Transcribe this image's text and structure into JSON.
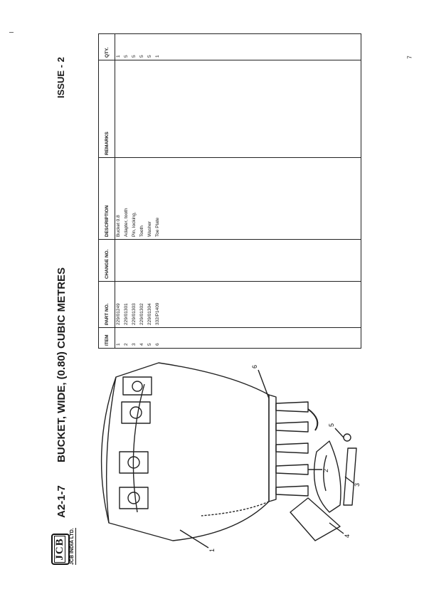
{
  "header": {
    "logo_text": "JCB",
    "company_name": "JCB INDIA LTD.",
    "section_number": "A2-1-7",
    "title": "BUCKET, WIDE, (0.80) CUBIC METRES",
    "issue": "ISSUE  -  2"
  },
  "page_number": "7",
  "illustration": {
    "callouts": [
      "1",
      "2",
      "3",
      "4",
      "5",
      "6"
    ]
  },
  "parts_table": {
    "columns": [
      "ITEM",
      "PART NO.",
      "CHANGE NO.",
      "DESCRIPTION",
      "REMARKS",
      "QTY."
    ],
    "rows": [
      {
        "item": "1",
        "part_no": "229/01249",
        "change_no": "",
        "description": "Bucket 0.8",
        "remarks": "",
        "qty": "1"
      },
      {
        "item": "2",
        "part_no": "229/01301",
        "change_no": "",
        "description": "Adapter, tooth",
        "remarks": "",
        "qty": "5"
      },
      {
        "item": "3",
        "part_no": "229/01303",
        "change_no": "",
        "description": "Pin, locking,",
        "remarks": "",
        "qty": "5"
      },
      {
        "item": "4",
        "part_no": "229/01302",
        "change_no": "",
        "description": "Tooth",
        "remarks": "",
        "qty": "5"
      },
      {
        "item": "5",
        "part_no": "229/01304",
        "change_no": "",
        "description": "Washer",
        "remarks": "",
        "qty": "5"
      },
      {
        "item": "6",
        "part_no": "332/P1409",
        "change_no": "",
        "description": "Toe Plate",
        "remarks": "",
        "qty": "1"
      }
    ]
  }
}
